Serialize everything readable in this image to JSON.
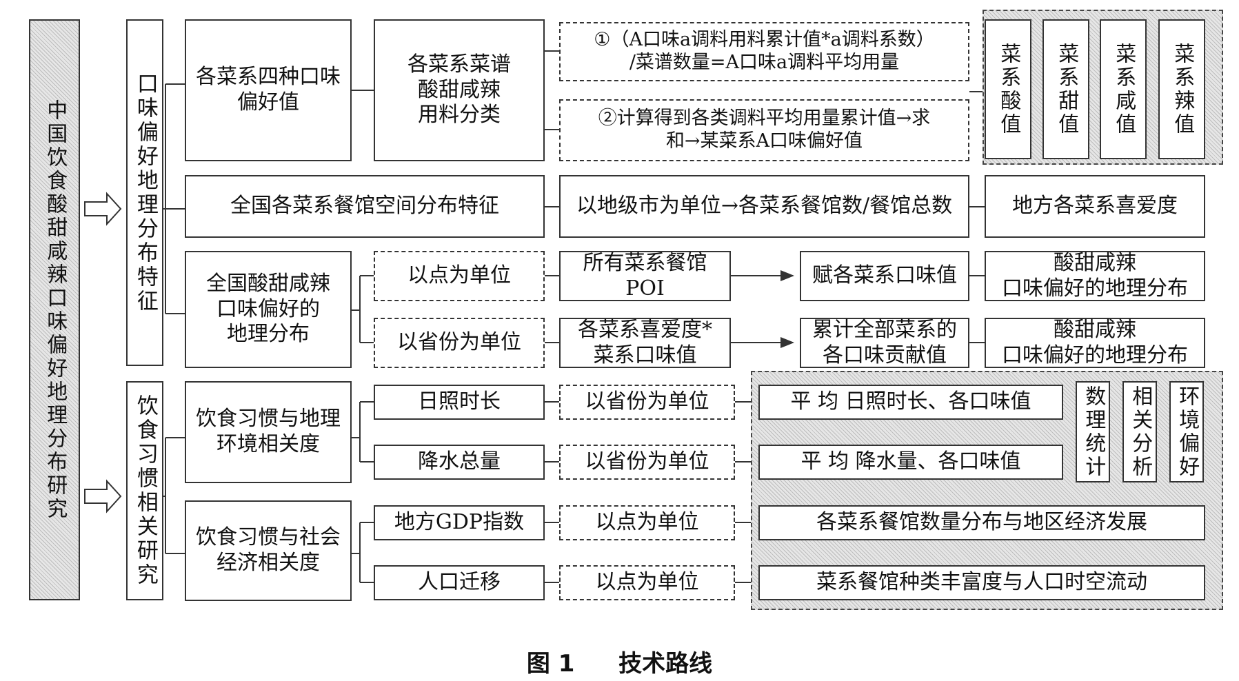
{
  "title_vertical": "中国饮食酸甜咸辣口味偏好地理分布研究",
  "section1": "口味偏好地理分布特征",
  "section2": "饮食习惯相关研究",
  "row1": {
    "a": "各菜系四种口味\n偏好值",
    "b": "各菜系菜谱\n酸甜咸辣\n用料分类",
    "step1": "①（A口味a调料用料累计值*a调料系数）\n/菜谱数量=A口味a调料平均用量",
    "step2": "②计算得到各类调料平均用量累计值→求\n和→某菜系A口味偏好值",
    "values": [
      "菜系酸值",
      "菜系甜值",
      "菜系咸值",
      "菜系辣值"
    ]
  },
  "row2": {
    "a": "全国各菜系餐馆空间分布特征",
    "b": "以地级市为单位→各菜系餐馆数/餐馆总数",
    "c": "地方各菜系喜爱度"
  },
  "row3": {
    "a": "全国酸甜咸辣\n口味偏好的\n地理分布",
    "unit_point": "以点为单位",
    "unit_prov": "以省份为单位",
    "poi": "所有菜系餐馆\nPOI",
    "assign": "赋各菜系口味值",
    "result1": "酸甜咸辣\n口味偏好的地理分布",
    "love": "各菜系喜爱度*\n菜系口味值",
    "accum": "累计全部菜系的\n各口味贡献值",
    "result2": "酸甜咸辣\n口味偏好的地理分布"
  },
  "row4": {
    "geo": "饮食习惯与地理\n环境相关度",
    "sun": "日照时长",
    "rain": "降水总量",
    "unit_prov1": "以省份为单位",
    "unit_prov2": "以省份为单位",
    "avg_sun": "平 均 日照时长、各口味值",
    "avg_rain": "平 均 降水量、各口味值",
    "methods": [
      "数理统计",
      "相关分析",
      "环境偏好"
    ]
  },
  "row5": {
    "soc": "饮食习惯与社会\n经济相关度",
    "gdp": "地方GDP指数",
    "migration": "人口迁移",
    "unit_pt1": "以点为单位",
    "unit_pt2": "以点为单位",
    "econ": "各菜系餐馆数量分布与地区经济发展",
    "pop": "菜系餐馆种类丰富度与人口时空流动"
  },
  "caption": {
    "fig": "图 1",
    "title": "技术路线"
  }
}
